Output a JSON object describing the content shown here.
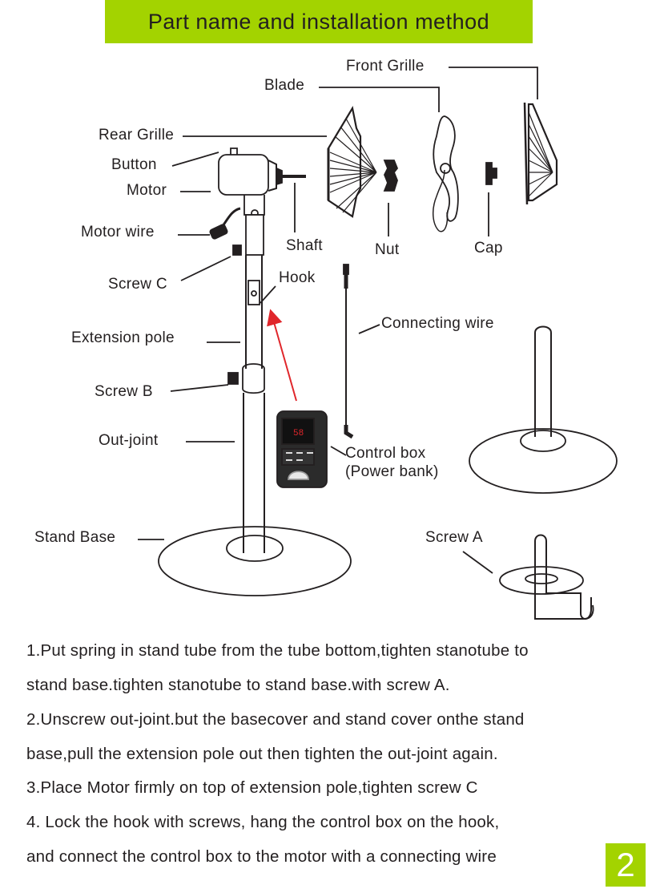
{
  "header": {
    "title": "Part name and installation method"
  },
  "labels": {
    "front_grille": "Front Grille",
    "blade": "Blade",
    "rear_grille": "Rear Grille",
    "button": "Button",
    "motor": "Motor",
    "motor_wire": "Motor wire",
    "shaft": "Shaft",
    "nut": "Nut",
    "cap": "Cap",
    "screw_c": "Screw C",
    "hook": "Hook",
    "connecting_wire": "Connecting wire",
    "extension_pole": "Extension pole",
    "screw_b": "Screw B",
    "out_joint": "Out-joint",
    "control_box": "Control box",
    "power_bank": "(Power bank)",
    "stand_base": "Stand Base",
    "screw_a": "Screw A",
    "display_value": "58"
  },
  "instructions": [
    "1.Put spring in stand tube from the  tube bottom,tighten stanotube to",
    "stand base.tighten stanotube to  stand base.with screw A.",
    "2.Unscrew out-joint.but the basecover and stand cover onthe stand",
    "base,pull the extension pole out then  tighten the out-joint again.",
    "3.Place Motor firmly on top of  extension pole,tighten screw C",
    "4. Lock the hook with screws, hang the control box on the hook,",
    "and connect the control box to the motor with a connecting wire"
  ],
  "page_number": "2",
  "colors": {
    "accent": "#a3d300",
    "arrow": "#e0262b",
    "ink": "#231f20"
  }
}
